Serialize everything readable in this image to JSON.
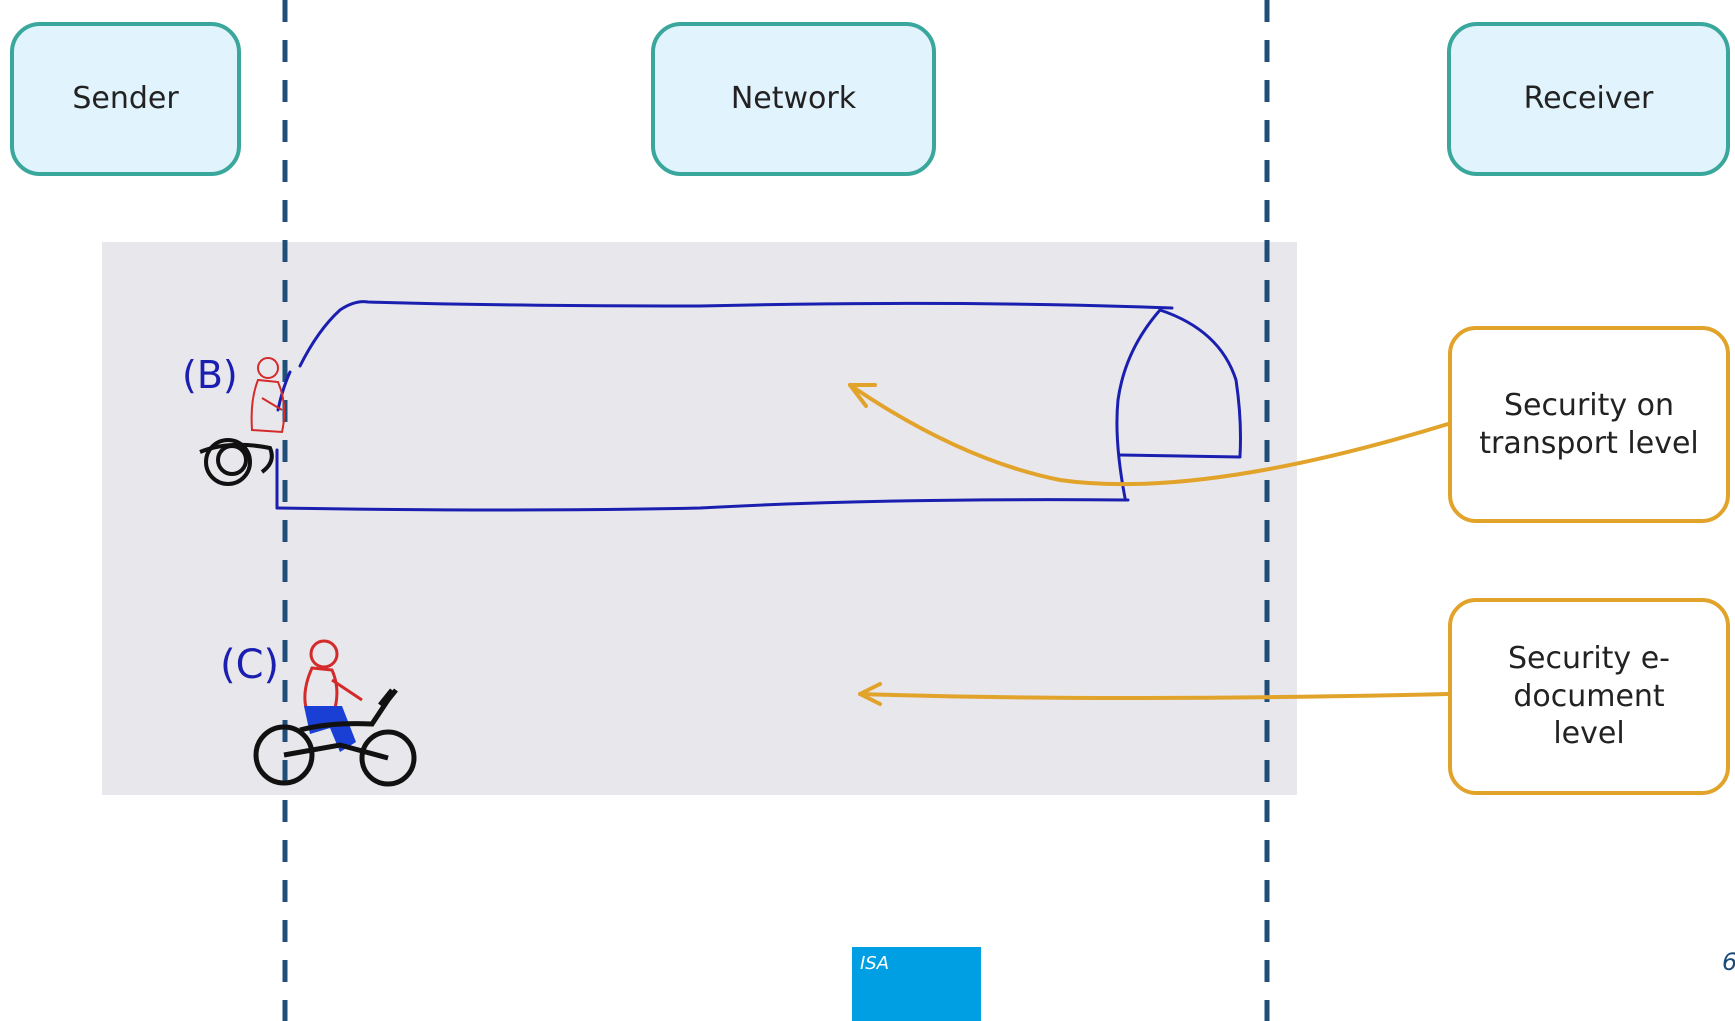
{
  "lanes": {
    "sender": "Sender",
    "network": "Network",
    "receiver": "Receiver"
  },
  "scene": {
    "tunnel_path_label": "(B)",
    "open_road_label": "(C)"
  },
  "callouts": {
    "transport": "Security on transport level",
    "document": "Security e-document level"
  },
  "footer": {
    "logo_text": "ISA",
    "page_number": "6"
  },
  "colors": {
    "lane_fill": "#e1f3fc",
    "lane_border": "#3aa79c",
    "divider": "#1f4e79",
    "callout_border": "#e2a32b",
    "arrow": "#e2a32b",
    "ink_blue": "#1a1fb0",
    "ink_red": "#d42a2a",
    "logo_bg": "#009fe3"
  }
}
